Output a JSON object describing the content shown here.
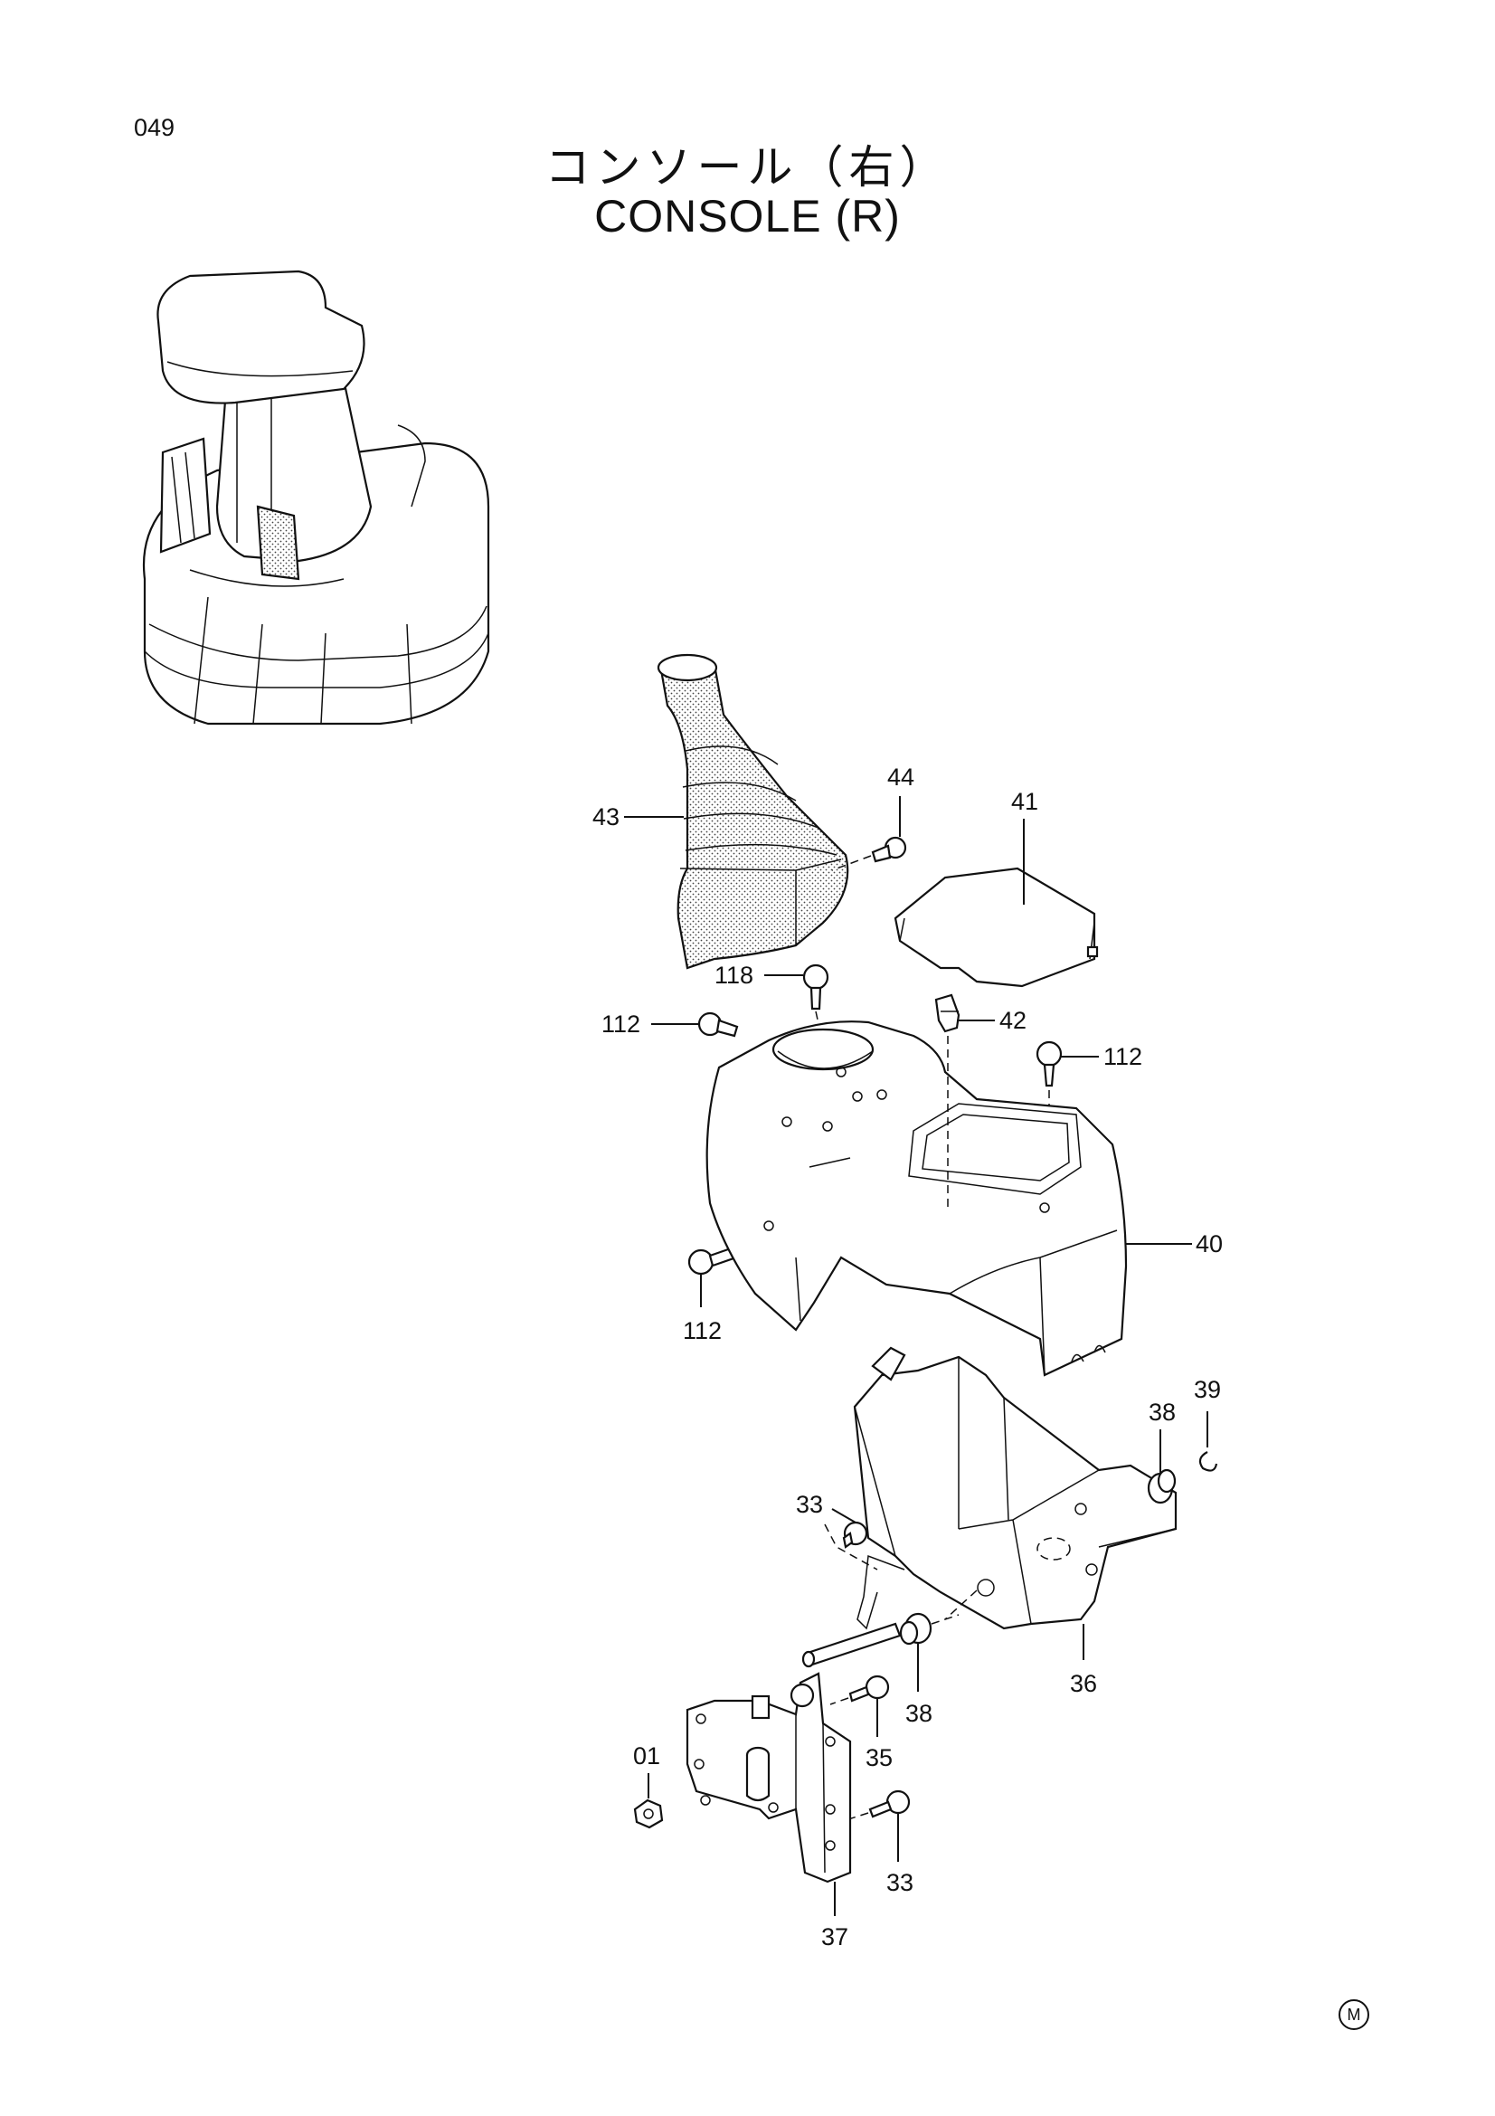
{
  "header": {
    "page_number": "049",
    "title_ja": "コンソール（右）",
    "title_en": "CONSOLE (R)"
  },
  "callouts": [
    {
      "id": "c-43",
      "label": "43"
    },
    {
      "id": "c-44",
      "label": "44"
    },
    {
      "id": "c-41",
      "label": "41"
    },
    {
      "id": "c-118",
      "label": "118"
    },
    {
      "id": "c-112a",
      "label": "112"
    },
    {
      "id": "c-42",
      "label": "42"
    },
    {
      "id": "c-112b",
      "label": "112"
    },
    {
      "id": "c-40",
      "label": "40"
    },
    {
      "id": "c-112c",
      "label": "112"
    },
    {
      "id": "c-39",
      "label": "39"
    },
    {
      "id": "c-38a",
      "label": "38"
    },
    {
      "id": "c-33a",
      "label": "33"
    },
    {
      "id": "c-36",
      "label": "36"
    },
    {
      "id": "c-38b",
      "label": "38"
    },
    {
      "id": "c-35",
      "label": "35"
    },
    {
      "id": "c-01",
      "label": "01"
    },
    {
      "id": "c-33b",
      "label": "33"
    },
    {
      "id": "c-37",
      "label": "37"
    }
  ],
  "footer": {
    "mark": "M"
  }
}
